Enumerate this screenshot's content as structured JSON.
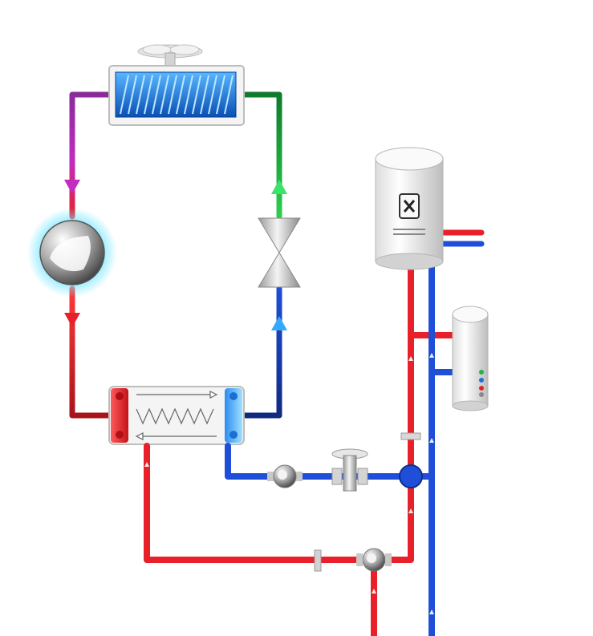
{
  "diagram": {
    "kind": "heat-pump-hydraulic-schematic",
    "text_labels": [],
    "colors": {
      "hot_pipe": "#e8202a",
      "cold_pipe": "#1f4fd8",
      "condenser_out": "#1ea83a",
      "compressor_in": "#8a2b9a",
      "coil": "#1a6fd0",
      "metal": "#c8c8c8",
      "tank": "#f2f2f2"
    },
    "components": [
      {
        "id": "fan-coil",
        "icon": "finned-coil-with-fan"
      },
      {
        "id": "compressor",
        "icon": "rotary-compressor-sphere"
      },
      {
        "id": "expansion-valve",
        "icon": "bowtie-valve"
      },
      {
        "id": "plate-heat-exchanger",
        "icon": "heat-exchanger"
      },
      {
        "id": "storage-tank",
        "icon": "boiler-tank"
      },
      {
        "id": "buffer-tank",
        "icon": "small-tank"
      },
      {
        "id": "circulation-pump-cold",
        "icon": "pump"
      },
      {
        "id": "circulation-pump-hot",
        "icon": "pump"
      },
      {
        "id": "filter",
        "icon": "strainer"
      },
      {
        "id": "manifold-junction",
        "icon": "junction-node"
      }
    ]
  }
}
